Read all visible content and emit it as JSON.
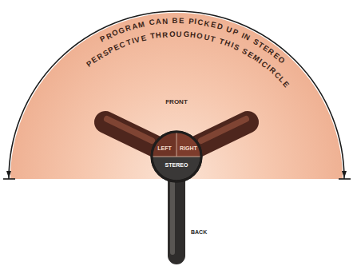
{
  "diagram": {
    "nodes": [
      {
        "text": [
          "PROGRAM CAN BE PICKED UP IN STEREO",
          "PERSPECTIVE THROUGHOUT THIS SEMICIRCLE"
        ]
      },
      {
        "text": [
          "LEFT",
          "RIGHT",
          "STEREO"
        ]
      }
    ],
    "labels": [
      "FRONT",
      "BACK"
    ]
  }
}
